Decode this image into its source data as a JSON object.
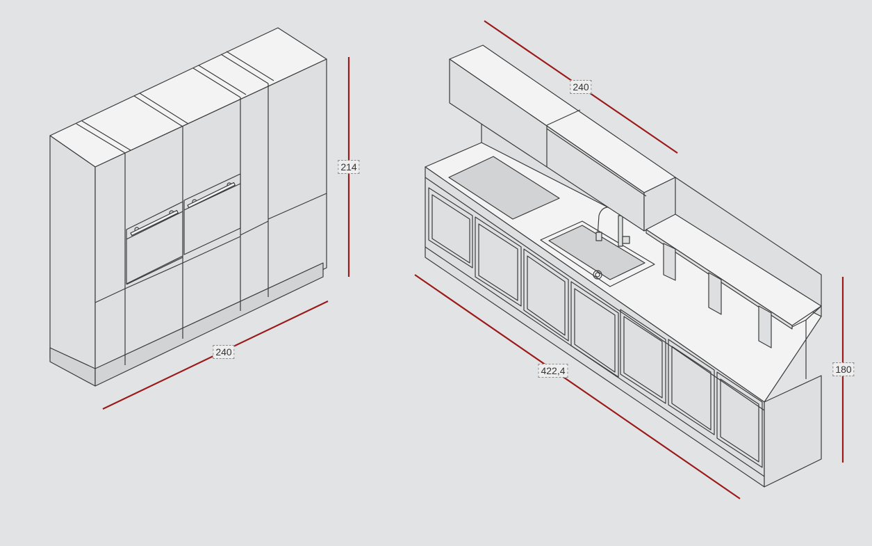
{
  "colors": {
    "background": "#e2e3e4",
    "dimension_line": "#9b1a1a",
    "outline": "#3a3a3a",
    "panel": "#dedfe0",
    "top_face": "#f3f3f3"
  },
  "tall_unit": {
    "height_label": "214",
    "width_label": "240"
  },
  "kitchen_run": {
    "wall_unit_width_label": "240",
    "base_run_width_label": "422,4",
    "side_height_label": "180"
  }
}
